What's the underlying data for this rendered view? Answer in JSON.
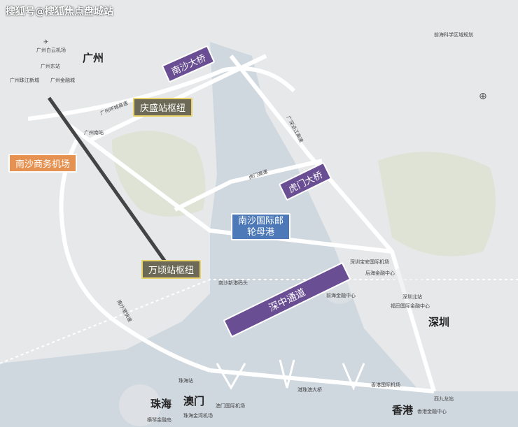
{
  "watermark": "搜狐号@搜狐焦点盘城站",
  "cities": {
    "guangzhou": "广州",
    "shenzhen": "深圳",
    "zhuhai": "珠海",
    "macau": "澳门",
    "hongkong": "香港"
  },
  "bridges": {
    "nansha": "南沙大桥",
    "humen": "虎门大桥",
    "shenzhong": "深中通道"
  },
  "hubs": {
    "qingsheng": "庆盛站枢纽",
    "wanqing": "万顷站枢纽"
  },
  "airports": {
    "nansha_business": "南沙商务机场"
  },
  "ports": {
    "nansha_cruise_line1": "南沙国际邮",
    "nansha_cruise_line2": "轮母港"
  },
  "small_labels": {
    "baiyun_airport": "广州白云机场",
    "gz_east": "广州东站",
    "gz_pearl": "广州珠江新城",
    "gz_finance": "广州金融城",
    "gz_south": "广州南站",
    "qianhai": "前海金融中心",
    "shenzhen_north": "深圳北站",
    "futian": "福田国际金融中心",
    "shenzhen_airport": "深圳宝安国际机场",
    "houhai": "后海金融中心",
    "hongkong_airport": "香港国际机场",
    "west_kowloon": "西九龙站",
    "hk_finance": "香港金融中心",
    "zhuhai_station": "珠海站",
    "macau_airport": "澳门国际机场",
    "zhuhai_airport": "珠海金湾机场",
    "hengqin": "横琴金融岛",
    "hzm_bridge": "港珠澳大桥",
    "nansha_port": "南沙新港码头",
    "gz_ring": "广州环城高速",
    "nansha_port_exp": "南沙港快速",
    "guangshen": "广深沿江高速",
    "humen_exp": "虎门高速",
    "tech_park": "前海科学区域规划"
  }
}
